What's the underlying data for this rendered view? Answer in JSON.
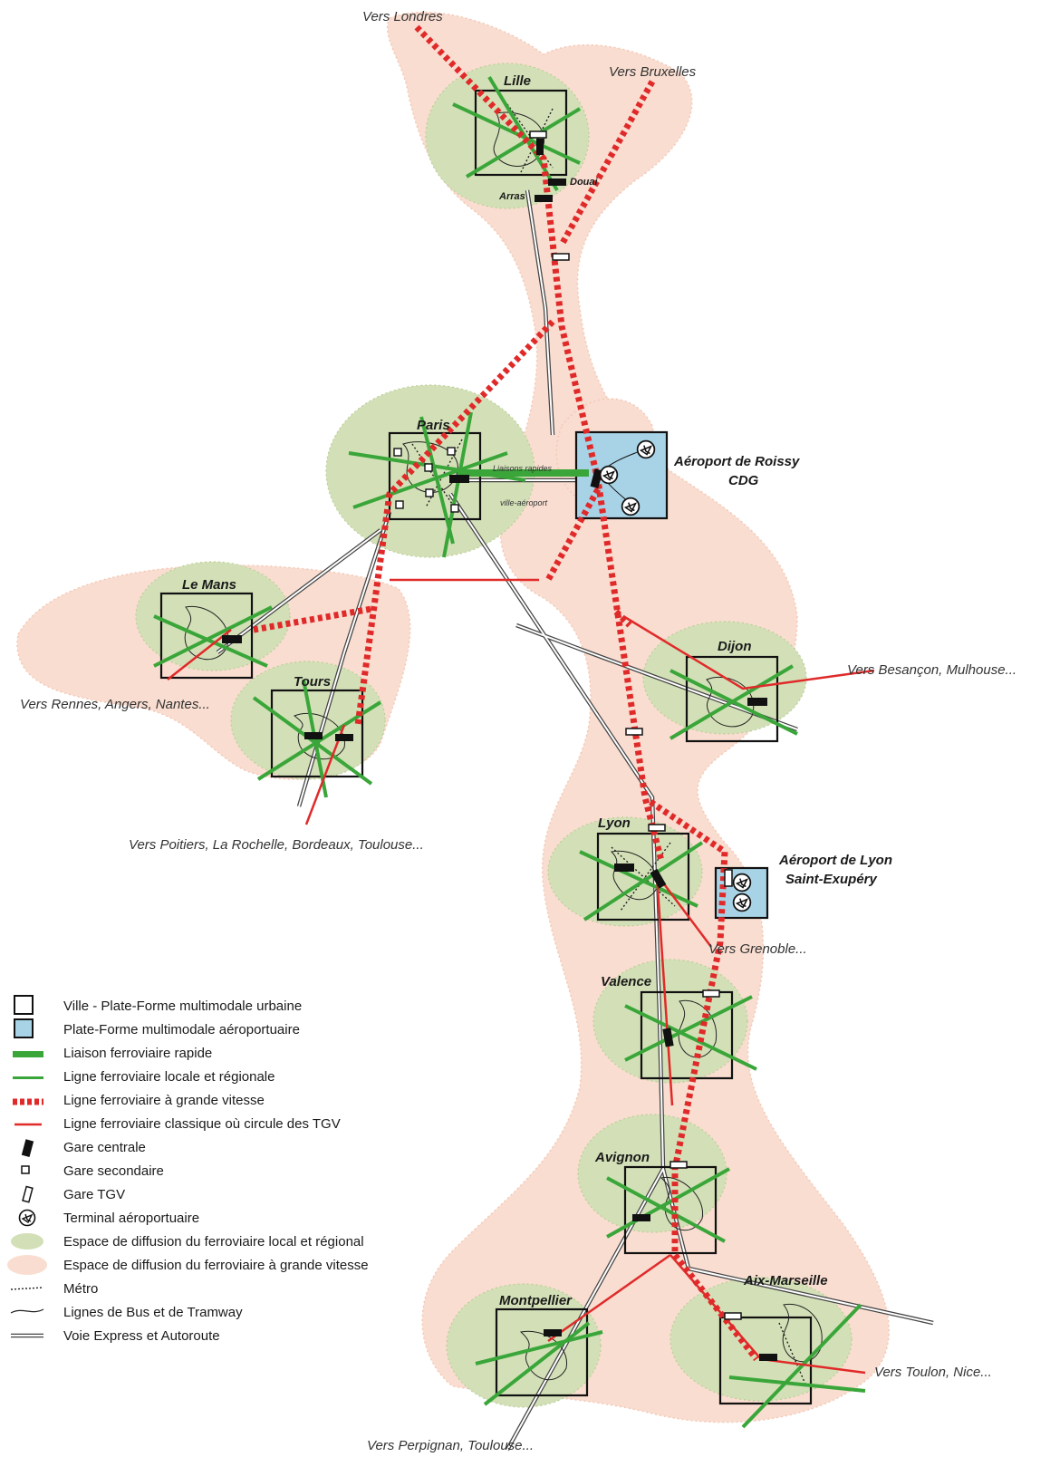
{
  "colors": {
    "hsr_zone": "#f9ddd0",
    "local_zone": "#d3e0b7",
    "airport_fill": "#a8d3e6",
    "local_rail": "#3aa63a",
    "rail_red": "#e02a2a"
  },
  "cities": {
    "lille": "Lille",
    "paris": "Paris",
    "le_mans": "Le Mans",
    "tours": "Tours",
    "dijon": "Dijon",
    "lyon": "Lyon",
    "valence": "Valence",
    "avignon": "Avignon",
    "montpellier": "Montpellier",
    "aix_marseille": "Aix-Marseille"
  },
  "secondary_places": {
    "douai": "Douai",
    "arras": "Arras"
  },
  "airports": {
    "roissy_line1": "Aéroport de Roissy",
    "roissy_line2": "CDG",
    "lyon_line1": "Aéroport de Lyon",
    "lyon_line2": "Saint-Exupéry"
  },
  "link_labels": {
    "line1": "Liaisons rapides",
    "line2": "ville-aéroport"
  },
  "destinations": {
    "london": "Vers Londres",
    "brussels": "Vers Bruxelles",
    "besancon": "Vers Besançon, Mulhouse...",
    "rennes": "Vers Rennes, Angers, Nantes...",
    "poitiers": "Vers Poitiers, La Rochelle, Bordeaux, Toulouse...",
    "grenoble": "Vers Grenoble...",
    "toulon": "Vers Toulon, Nice...",
    "perpignan": "Vers Perpignan, Toulouse..."
  },
  "legend": [
    {
      "icon": "city-box-icon",
      "label": "Ville - Plate-Forme multimodale urbaine"
    },
    {
      "icon": "airport-box-icon",
      "label": "Plate-Forme multimodale aéroportuaire"
    },
    {
      "icon": "fast-rail-icon",
      "label": "Liaison ferroviaire rapide"
    },
    {
      "icon": "local-rail-icon",
      "label": "Ligne ferroviaire locale et régionale"
    },
    {
      "icon": "high-speed-rail-icon",
      "label": "Ligne ferroviaire à grande vitesse"
    },
    {
      "icon": "classic-rail-icon",
      "label": "Ligne ferroviaire classique où circule des TGV"
    },
    {
      "icon": "central-station-icon",
      "label": "Gare centrale"
    },
    {
      "icon": "secondary-station-icon",
      "label": "Gare secondaire"
    },
    {
      "icon": "tgv-station-icon",
      "label": "Gare TGV"
    },
    {
      "icon": "airport-terminal-icon",
      "label": "Terminal aéroportuaire"
    },
    {
      "icon": "local-diffusion-zone-icon",
      "label": "Espace de diffusion du ferroviaire local et régional"
    },
    {
      "icon": "hsr-diffusion-zone-icon",
      "label": "Espace de diffusion du ferroviaire à grande vitesse"
    },
    {
      "icon": "metro-icon",
      "label": "Métro"
    },
    {
      "icon": "bus-tram-icon",
      "label": "Lignes de Bus et de Tramway"
    },
    {
      "icon": "expressway-icon",
      "label": "Voie Express et Autoroute"
    }
  ]
}
